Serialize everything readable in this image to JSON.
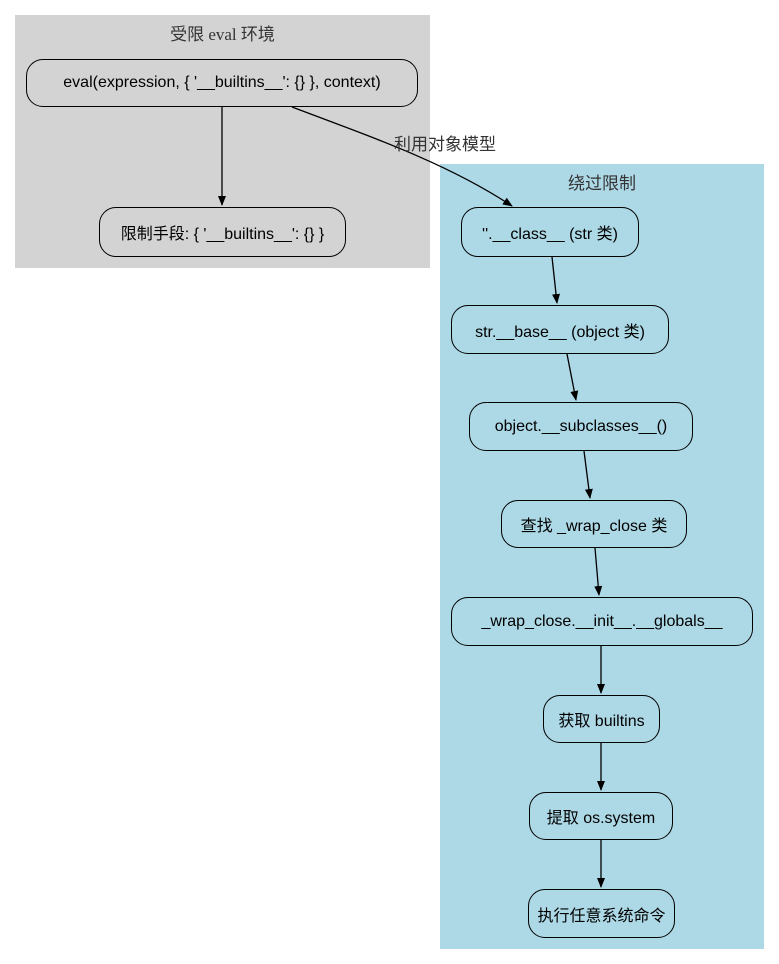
{
  "clusters": {
    "restricted": {
      "title": "受限 eval 环境",
      "fill": "#d3d3d3"
    },
    "bypass": {
      "title": "绕过限制",
      "fill": "#add8e6"
    }
  },
  "nodes": {
    "eval_call": "eval(expression, { '__builtins__': {} }, context)",
    "restriction": "限制手段: { '__builtins__': {} }",
    "str_class": "''.__class__ (str 类)",
    "str_base": "str.__base__ (object 类)",
    "subclasses": "object.__subclasses__()",
    "find_wrap": "查找 _wrap_close 类",
    "wrap_globals": "_wrap_close.__init__.__globals__",
    "get_builtins": "获取 builtins",
    "os_system": "提取 os.system",
    "exec_cmd": "执行任意系统命令"
  },
  "edges": {
    "exploit_label": "利用对象模型"
  }
}
